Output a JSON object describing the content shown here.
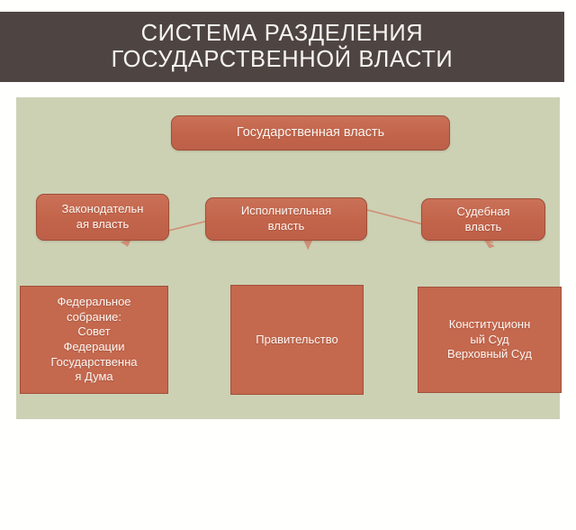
{
  "slide": {
    "title": "Система разделения\nгосударственной власти",
    "title_bar_color": "#4E4543",
    "panel_color": "#CCD1B4",
    "node_fill_color": "#C4684E",
    "node_border_color": "#9E4F38",
    "node_text_color": "#FBF6F2",
    "connector_color": "#D09178"
  },
  "diagram": {
    "type": "hierarchy",
    "levels": [
      {
        "level": 1,
        "nodes": [
          {
            "id": "root",
            "label": "Государственная власть",
            "shape": "rounded-rect"
          }
        ]
      },
      {
        "level": 2,
        "nodes": [
          {
            "id": "legislative",
            "label": "Законодательн\nая власть",
            "shape": "rounded-rect"
          },
          {
            "id": "executive",
            "label": "Исполнительная\nвласть",
            "shape": "rounded-rect"
          },
          {
            "id": "judicial",
            "label": "Судебная\nвласть",
            "shape": "rounded-rect"
          }
        ]
      },
      {
        "level": 3,
        "nodes": [
          {
            "id": "assembly",
            "label": "Федеральное\nсобрание:\nСовет\nФедерации\nГосударственна\nя Дума",
            "shape": "rect"
          },
          {
            "id": "government",
            "label": "Правительство",
            "shape": "rect"
          },
          {
            "id": "courts",
            "label": "Конституционн\nый Суд\nВерховный Суд",
            "shape": "rect"
          }
        ]
      }
    ],
    "edges": [
      {
        "from": "root",
        "to": "legislative",
        "style": "thin-arrow"
      },
      {
        "from": "root",
        "to": "executive",
        "style": "thin-arrow"
      },
      {
        "from": "root",
        "to": "judicial",
        "style": "thin-arrow"
      },
      {
        "from": "legislative",
        "to": "assembly",
        "style": "block-arrow"
      },
      {
        "from": "executive",
        "to": "government",
        "style": "block-arrow"
      },
      {
        "from": "judicial",
        "to": "courts",
        "style": "block-arrow"
      }
    ]
  }
}
